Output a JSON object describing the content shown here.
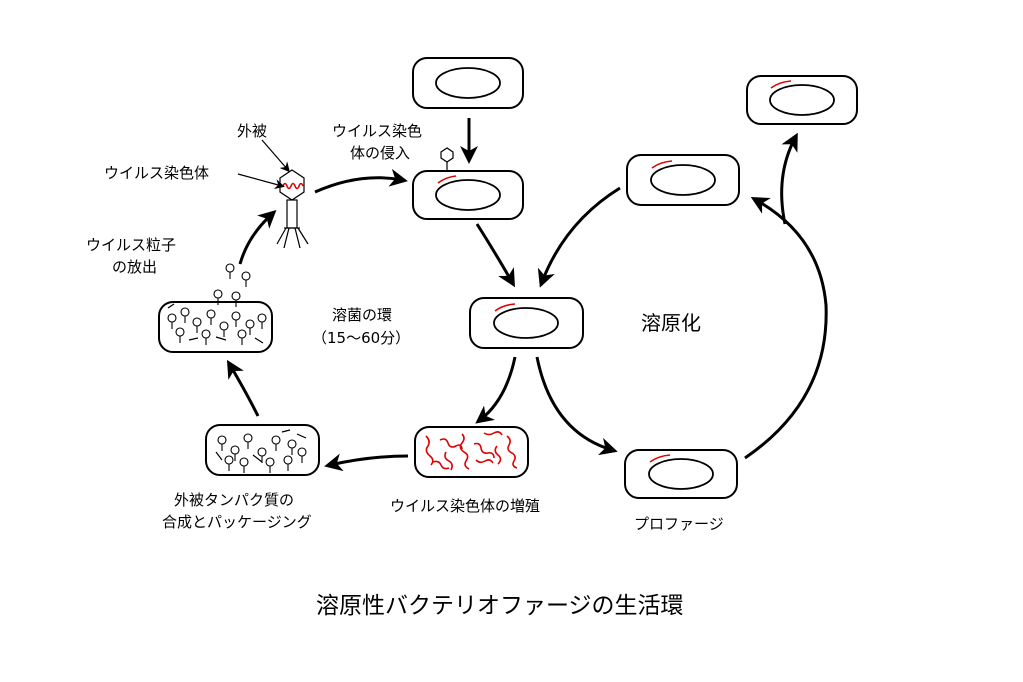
{
  "title": "溶原性バクテリオファージの生活環",
  "labels": {
    "capsid": "外被",
    "viral_dna": "ウイルス染色体",
    "injection_1": "ウイルス染色",
    "injection_2": "体の侵入",
    "release_1": "ウイルス粒子",
    "release_2": "の放出",
    "lytic_1": "溶菌の環",
    "lytic_2": "（15〜60分）",
    "lysogeny": "溶原化",
    "assembly_1": "外被タンパク質の",
    "assembly_2": "合成とパッケージング",
    "replication": "ウイルス染色体の増殖",
    "prophage": "プロファージ"
  },
  "colors": {
    "line": "#000000",
    "dna": "#e00000",
    "background": "#ffffff"
  }
}
